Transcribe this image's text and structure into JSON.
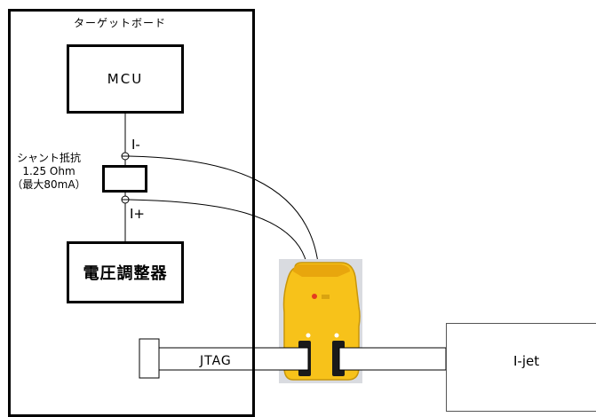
{
  "board": {
    "title": "ターゲットボード"
  },
  "mcu": {
    "label": "MCU"
  },
  "regulator": {
    "label": "電圧調整器"
  },
  "shunt": {
    "label": "シャント抵抗\n1.25 Ohm\n（最大80mA）"
  },
  "terminals": {
    "minus": "I-",
    "plus": "I+"
  },
  "cable": {
    "label": "JTAG"
  },
  "device": {
    "label": "I-jet",
    "body_color": "#f7c21a",
    "indicator_color": "#e53b1f"
  }
}
